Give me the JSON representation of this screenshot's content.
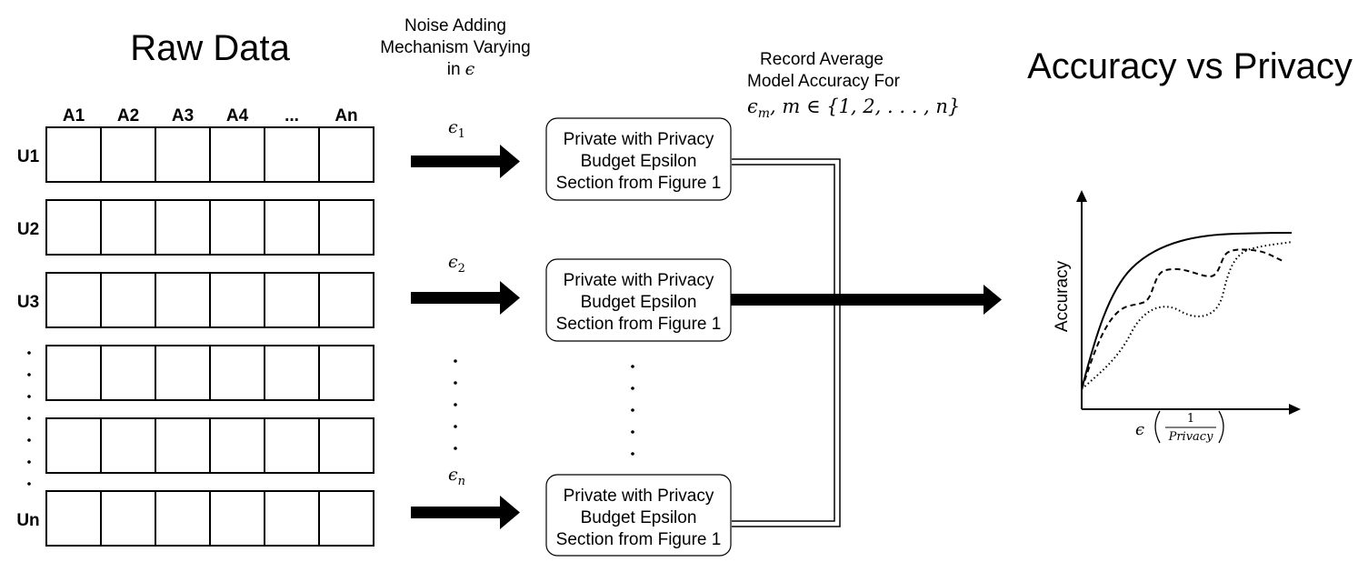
{
  "raw_data": {
    "title": "Raw Data",
    "columns": [
      "A1",
      "A2",
      "A3",
      "A4",
      "...",
      "An"
    ],
    "row_labels": [
      "U1",
      "U2",
      "U3",
      "Un"
    ]
  },
  "noise": {
    "title_lines": [
      "Noise Adding",
      "Mechanism Varying"
    ],
    "title_line3_prefix": "in",
    "title_line3_symbol": "ϵ",
    "epsilon_symbol": "ϵ",
    "epsilon_subscripts": [
      "1",
      "2",
      "n"
    ]
  },
  "private_box": {
    "lines": [
      "Private with Privacy",
      "Budget Epsilon",
      "Section from Figure 1"
    ]
  },
  "record": {
    "lines": [
      "Record Average",
      "Model Accuracy For"
    ],
    "formula_prefix": "ϵ",
    "formula_sub": "m",
    "formula_rest": ", m ∈ {1, 2, . . . , n}"
  },
  "result": {
    "title": "Accuracy vs Privacy",
    "y_axis_label": "Accuracy",
    "x_axis_symbol": "ϵ",
    "x_axis_frac_num": "1",
    "x_axis_frac_den": "Privacy"
  }
}
